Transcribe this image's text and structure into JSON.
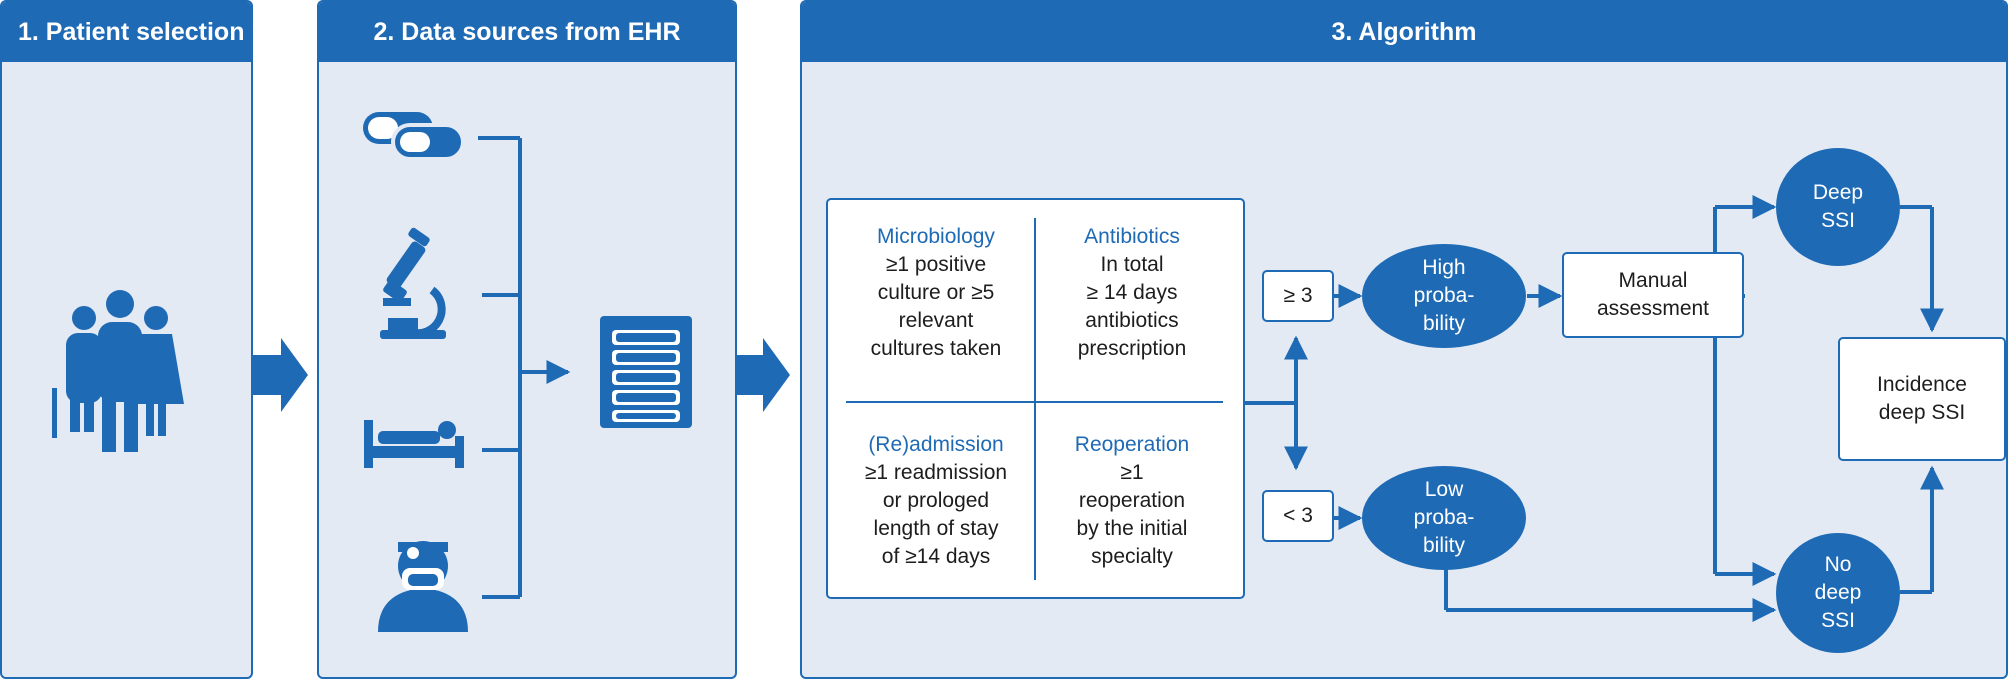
{
  "panels": {
    "patient_selection": {
      "title": "1. Patient selection"
    },
    "data_sources": {
      "title": "2. Data sources from EHR"
    },
    "algorithm": {
      "title": "3. Algorithm"
    }
  },
  "icons": {
    "patients": "people-group-icon",
    "medication": "pills-icon",
    "microbiology": "microscope-icon",
    "admission": "hospital-bed-icon",
    "surgery": "surgeon-icon",
    "database": "server-database-icon"
  },
  "criteria": {
    "microbiology": {
      "header": "Microbiology",
      "lines": [
        "≥1 positive",
        "culture or ≥5",
        "relevant",
        "cultures taken"
      ]
    },
    "antibiotics": {
      "header": "Antibiotics",
      "lines": [
        "In total",
        "≥ 14 days",
        "antibiotics",
        "prescription"
      ]
    },
    "readmission": {
      "header": "(Re)admission",
      "lines": [
        "≥1 readmission",
        "or prologed",
        "length of stay",
        "of ≥14 days"
      ]
    },
    "reoperation": {
      "header": "Reoperation",
      "lines": [
        "≥1",
        "reoperation",
        "by the initial",
        "specialty"
      ]
    }
  },
  "scores": {
    "high": "≥ 3",
    "low": "< 3"
  },
  "outcomes": {
    "high_probability": "High\nproba-\nbility",
    "low_probability": "Low\nproba-\nbility",
    "manual_assessment": "Manual\nassessment",
    "deep_ssi": "Deep\nSSI",
    "no_deep_ssi": "No\ndeep\nSSI",
    "incidence": "Incidence\ndeep SSI"
  },
  "colors": {
    "primary": "#1f6ab5",
    "panel_bg": "#e3eaf4",
    "white": "#ffffff"
  }
}
